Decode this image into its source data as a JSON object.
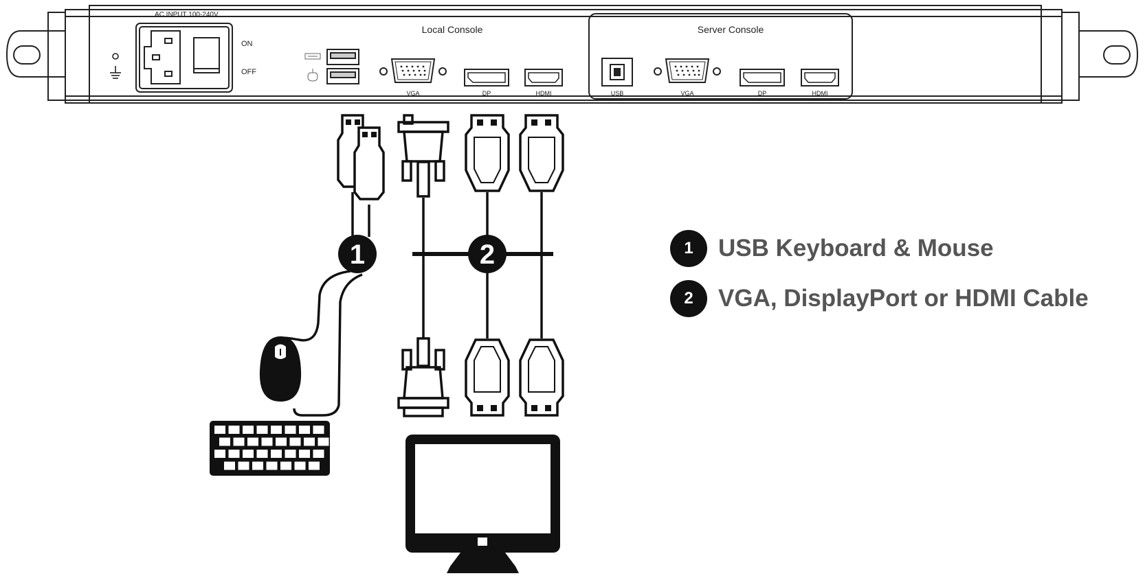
{
  "panel": {
    "ac_input_label": "AC INPUT  100-240V",
    "on_label": "ON",
    "off_label": "OFF",
    "local_console": {
      "title": "Local Console",
      "ports": [
        "VGA",
        "DP",
        "HDMI"
      ]
    },
    "server_console": {
      "title": "Server Console",
      "ports": [
        "USB",
        "VGA",
        "DP",
        "HDMI"
      ]
    }
  },
  "callouts": {
    "one": "1",
    "two": "2"
  },
  "legend": [
    {
      "number": "1",
      "text": "USB Keyboard & Mouse"
    },
    {
      "number": "2",
      "text": "VGA, DisplayPort or HDMI Cable"
    }
  ],
  "colors": {
    "line": "#111111",
    "legend_text": "#555555"
  }
}
